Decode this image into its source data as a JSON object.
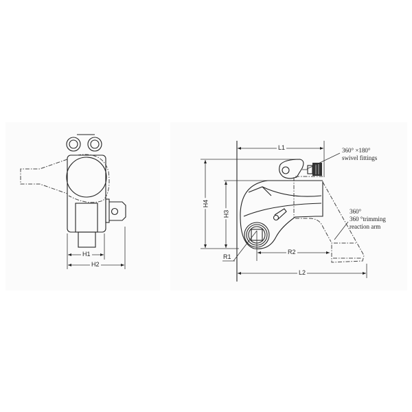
{
  "side_view": {
    "dimensions": {
      "h1": "H1",
      "h2": "H2"
    }
  },
  "front_view": {
    "dimensions": {
      "l1": "L1",
      "l2": "L2",
      "h3": "H3",
      "h4": "H4",
      "r1": "R1",
      "r2": "R2"
    },
    "annotations": {
      "swivel_line1": "360°  ×180°",
      "swivel_line2": "swivel fittings",
      "reaction_line1": "360°",
      "reaction_line2": "360 °trimming",
      "reaction_line3": "reaction arm"
    }
  },
  "colors": {
    "line": "#222222",
    "panel": "#fbfbfb",
    "background": "#ffffff"
  }
}
